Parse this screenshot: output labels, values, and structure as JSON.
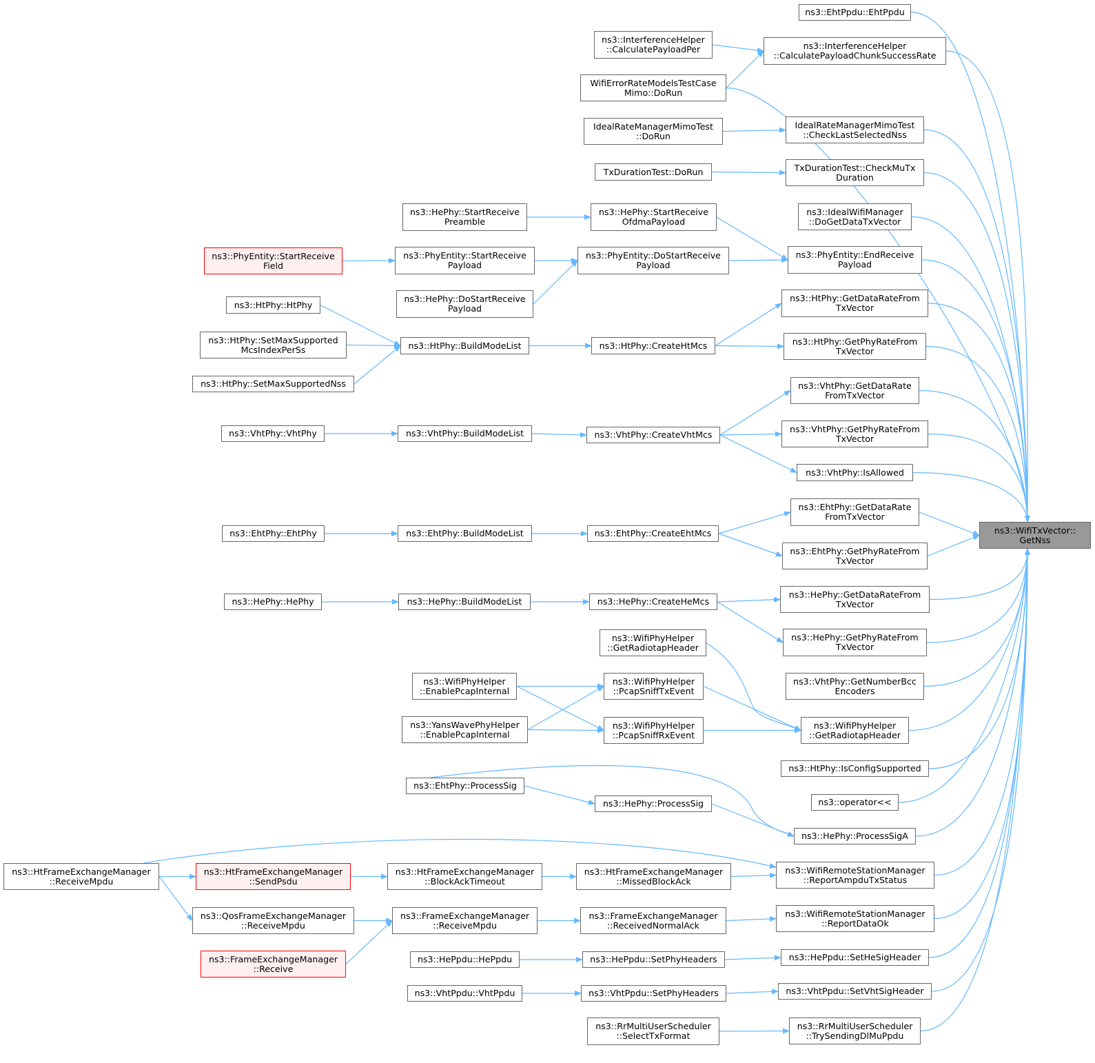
{
  "diagram": {
    "type": "call-graph",
    "colors": {
      "edge": "#63b8ff",
      "node_border": "#666666",
      "node_fill": "#ffffff",
      "root_fill": "#999999",
      "truncated_border": "#ff0000",
      "truncated_fill": "#fff0f0"
    },
    "root": "ns3::WifiTxVector::\nGetNss",
    "nodes": [
      {
        "id": "root",
        "label": "ns3::WifiTxVector::\nGetNss",
        "style": "root"
      },
      {
        "id": "eht_ppdu",
        "label": "ns3::EhtPpdu::EhtPpdu"
      },
      {
        "id": "ih_calc_per",
        "label": "ns3::InterferenceHelper\n::CalculatePayloadPer"
      },
      {
        "id": "ih_calc_chunk",
        "label": "ns3::InterferenceHelper\n::CalculatePayloadChunkSuccessRate"
      },
      {
        "id": "wifi_err_test",
        "label": "WifiErrorRateModelsTestCase\nMimo::DoRun"
      },
      {
        "id": "irm_dorun",
        "label": "IdealRateManagerMimoTest\n::DoRun"
      },
      {
        "id": "irm_check",
        "label": "IdealRateManagerMimoTest\n::CheckLastSelectedNss"
      },
      {
        "id": "txd_dorun",
        "label": "TxDurationTest::DoRun"
      },
      {
        "id": "txd_check",
        "label": "TxDurationTest::CheckMuTx\nDuration"
      },
      {
        "id": "he_start_pre",
        "label": "ns3::HePhy::StartReceive\nPreamble"
      },
      {
        "id": "he_start_ofdma",
        "label": "ns3::HePhy::StartReceive\nOfdmaPayload"
      },
      {
        "id": "ideal_mgr",
        "label": "ns3::IdealWifiManager\n::DoGetDataTxVector"
      },
      {
        "id": "pe_start_field",
        "label": "ns3::PhyEntity::StartReceive\nField",
        "style": "truncated"
      },
      {
        "id": "pe_start_payload",
        "label": "ns3::PhyEntity::StartReceive\nPayload"
      },
      {
        "id": "pe_dostart",
        "label": "ns3::PhyEntity::DoStartReceive\nPayload"
      },
      {
        "id": "pe_end",
        "label": "ns3::PhyEntity::EndReceive\nPayload"
      },
      {
        "id": "he_dostart",
        "label": "ns3::HePhy::DoStartReceive\nPayload"
      },
      {
        "id": "ht_htphy",
        "label": "ns3::HtPhy::HtPhy"
      },
      {
        "id": "ht_setmaxmcs",
        "label": "ns3::HtPhy::SetMaxSupported\nMcsIndexPerSs"
      },
      {
        "id": "ht_setmaxnss",
        "label": "ns3::HtPhy::SetMaxSupportedNss"
      },
      {
        "id": "ht_build",
        "label": "ns3::HtPhy::BuildModeList"
      },
      {
        "id": "ht_createmcs",
        "label": "ns3::HtPhy::CreateHtMcs"
      },
      {
        "id": "ht_getdata",
        "label": "ns3::HtPhy::GetDataRateFrom\nTxVector"
      },
      {
        "id": "ht_getphy",
        "label": "ns3::HtPhy::GetPhyRateFrom\nTxVector"
      },
      {
        "id": "vht_vhtphy",
        "label": "ns3::VhtPhy::VhtPhy"
      },
      {
        "id": "vht_build",
        "label": "ns3::VhtPhy::BuildModeList"
      },
      {
        "id": "vht_createmcs",
        "label": "ns3::VhtPhy::CreateVhtMcs"
      },
      {
        "id": "vht_getdata",
        "label": "ns3::VhtPhy::GetDataRate\nFromTxVector"
      },
      {
        "id": "vht_getphy",
        "label": "ns3::VhtPhy::GetPhyRateFrom\nTxVector"
      },
      {
        "id": "vht_isallowed",
        "label": "ns3::VhtPhy::IsAllowed"
      },
      {
        "id": "eht_ehtphy",
        "label": "ns3::EhtPhy::EhtPhy"
      },
      {
        "id": "eht_build",
        "label": "ns3::EhtPhy::BuildModeList"
      },
      {
        "id": "eht_createmcs",
        "label": "ns3::EhtPhy::CreateEhtMcs"
      },
      {
        "id": "eht_getdata",
        "label": "ns3::EhtPhy::GetDataRate\nFromTxVector"
      },
      {
        "id": "eht_getphy",
        "label": "ns3::EhtPhy::GetPhyRateFrom\nTxVector"
      },
      {
        "id": "he_hephy",
        "label": "ns3::HePhy::HePhy"
      },
      {
        "id": "he_build",
        "label": "ns3::HePhy::BuildModeList"
      },
      {
        "id": "he_createmcs",
        "label": "ns3::HePhy::CreateHeMcs"
      },
      {
        "id": "he_getdata",
        "label": "ns3::HePhy::GetDataRateFrom\nTxVector"
      },
      {
        "id": "he_getphy",
        "label": "ns3::HePhy::GetPhyRateFrom\nTxVector"
      },
      {
        "id": "wph_radiotap_l",
        "label": "ns3::WifiPhyHelper\n::GetRadiotapHeader"
      },
      {
        "id": "vht_bcc",
        "label": "ns3::VhtPhy::GetNumberBcc\nEncoders"
      },
      {
        "id": "wph_enable",
        "label": "ns3::WifiPhyHelper\n::EnablePcapInternal"
      },
      {
        "id": "wph_sniff_tx",
        "label": "ns3::WifiPhyHelper\n::PcapSniffTxEvent"
      },
      {
        "id": "yans_enable",
        "label": "ns3::YansWavePhyHelper\n::EnablePcapInternal"
      },
      {
        "id": "wph_sniff_rx",
        "label": "ns3::WifiPhyHelper\n::PcapSniffRxEvent"
      },
      {
        "id": "wph_radiotap_r",
        "label": "ns3::WifiPhyHelper\n::GetRadiotapHeader"
      },
      {
        "id": "ht_isconfig",
        "label": "ns3::HtPhy::IsConfigSupported"
      },
      {
        "id": "eht_processsig",
        "label": "ns3::EhtPhy::ProcessSig"
      },
      {
        "id": "op_ltlt",
        "label": "ns3::operator<<"
      },
      {
        "id": "he_processsig",
        "label": "ns3::HePhy::ProcessSig"
      },
      {
        "id": "he_processsiga",
        "label": "ns3::HePhy::ProcessSigA"
      },
      {
        "id": "htfem_recv",
        "label": "ns3::HtFrameExchangeManager\n::ReceiveMpdu"
      },
      {
        "id": "htfem_sendpsdu",
        "label": "ns3::HtFrameExchangeManager\n::SendPsdu",
        "style": "truncated"
      },
      {
        "id": "htfem_bat",
        "label": "ns3::HtFrameExchangeManager\n::BlockAckTimeout"
      },
      {
        "id": "htfem_missed",
        "label": "ns3::HtFrameExchangeManager\n::MissedBlockAck"
      },
      {
        "id": "wrsm_ampdu",
        "label": "ns3::WifiRemoteStationManager\n::ReportAmpduTxStatus"
      },
      {
        "id": "qos_recv",
        "label": "ns3::QosFrameExchangeManager\n::ReceiveMpdu"
      },
      {
        "id": "fem_recvmpdu",
        "label": "ns3::FrameExchangeManager\n::ReceiveMpdu"
      },
      {
        "id": "fem_normalack",
        "label": "ns3::FrameExchangeManager\n::ReceivedNormalAck"
      },
      {
        "id": "wrsm_dataok",
        "label": "ns3::WifiRemoteStationManager\n::ReportDataOk"
      },
      {
        "id": "fem_receive",
        "label": "ns3::FrameExchangeManager\n::Receive",
        "style": "truncated"
      },
      {
        "id": "heppdu",
        "label": "ns3::HePpdu::HePpdu"
      },
      {
        "id": "heppdu_setphy",
        "label": "ns3::HePpdu::SetPhyHeaders"
      },
      {
        "id": "heppdu_setsig",
        "label": "ns3::HePpdu::SetHeSigHeader"
      },
      {
        "id": "vhtppdu",
        "label": "ns3::VhtPpdu::VhtPpdu"
      },
      {
        "id": "vhtppdu_setphy",
        "label": "ns3::VhtPpdu::SetPhyHeaders"
      },
      {
        "id": "vhtppdu_setsig",
        "label": "ns3::VhtPpdu::SetVhtSigHeader"
      },
      {
        "id": "rr_select",
        "label": "ns3::RrMultiUserScheduler\n::SelectTxFormat"
      },
      {
        "id": "rr_trysend",
        "label": "ns3::RrMultiUserScheduler\n::TrySendingDlMuPpdu"
      }
    ],
    "edges": [
      [
        "eht_ppdu",
        "root"
      ],
      [
        "ih_calc_chunk",
        "root"
      ],
      [
        "wifi_err_test",
        "root"
      ],
      [
        "irm_check",
        "root"
      ],
      [
        "txd_check",
        "root"
      ],
      [
        "ideal_mgr",
        "root"
      ],
      [
        "pe_end",
        "root"
      ],
      [
        "ht_getdata",
        "root"
      ],
      [
        "ht_getphy",
        "root"
      ],
      [
        "vht_getdata",
        "root"
      ],
      [
        "vht_getphy",
        "root"
      ],
      [
        "vht_isallowed",
        "root"
      ],
      [
        "eht_getdata",
        "root"
      ],
      [
        "eht_getphy",
        "root"
      ],
      [
        "he_getdata",
        "root"
      ],
      [
        "he_getphy",
        "root"
      ],
      [
        "vht_bcc",
        "root"
      ],
      [
        "wph_radiotap_r",
        "root"
      ],
      [
        "ht_isconfig",
        "root"
      ],
      [
        "op_ltlt",
        "root"
      ],
      [
        "he_processsiga",
        "root"
      ],
      [
        "wrsm_ampdu",
        "root"
      ],
      [
        "wrsm_dataok",
        "root"
      ],
      [
        "heppdu_setsig",
        "root"
      ],
      [
        "vhtppdu_setsig",
        "root"
      ],
      [
        "rr_trysend",
        "root"
      ],
      [
        "ih_calc_per",
        "ih_calc_chunk"
      ],
      [
        "wifi_err_test",
        "ih_calc_chunk"
      ],
      [
        "irm_dorun",
        "irm_check"
      ],
      [
        "txd_dorun",
        "txd_check"
      ],
      [
        "he_start_pre",
        "he_start_ofdma"
      ],
      [
        "he_start_ofdma",
        "pe_end"
      ],
      [
        "pe_dostart",
        "pe_end"
      ],
      [
        "pe_start_field",
        "pe_start_payload"
      ],
      [
        "pe_start_payload",
        "pe_dostart"
      ],
      [
        "he_dostart",
        "pe_dostart"
      ],
      [
        "ht_htphy",
        "ht_build"
      ],
      [
        "ht_setmaxmcs",
        "ht_build"
      ],
      [
        "ht_setmaxnss",
        "ht_build"
      ],
      [
        "ht_build",
        "ht_createmcs"
      ],
      [
        "ht_createmcs",
        "ht_getdata"
      ],
      [
        "ht_createmcs",
        "ht_getphy"
      ],
      [
        "vht_vhtphy",
        "vht_build"
      ],
      [
        "vht_build",
        "vht_createmcs"
      ],
      [
        "vht_createmcs",
        "vht_getdata"
      ],
      [
        "vht_createmcs",
        "vht_getphy"
      ],
      [
        "vht_createmcs",
        "vht_isallowed"
      ],
      [
        "eht_ehtphy",
        "eht_build"
      ],
      [
        "eht_build",
        "eht_createmcs"
      ],
      [
        "eht_createmcs",
        "eht_getdata"
      ],
      [
        "eht_createmcs",
        "eht_getphy"
      ],
      [
        "he_hephy",
        "he_build"
      ],
      [
        "he_build",
        "he_createmcs"
      ],
      [
        "he_createmcs",
        "he_getdata"
      ],
      [
        "he_createmcs",
        "he_getphy"
      ],
      [
        "wph_radiotap_l",
        "wph_radiotap_r"
      ],
      [
        "wph_enable",
        "wph_sniff_tx"
      ],
      [
        "wph_enable",
        "wph_sniff_rx"
      ],
      [
        "yans_enable",
        "wph_sniff_tx"
      ],
      [
        "yans_enable",
        "wph_sniff_rx"
      ],
      [
        "wph_sniff_tx",
        "wph_radiotap_r"
      ],
      [
        "wph_sniff_rx",
        "wph_radiotap_r"
      ],
      [
        "eht_processsig",
        "he_processsig"
      ],
      [
        "eht_processsig",
        "he_processsiga"
      ],
      [
        "he_processsig",
        "he_processsiga"
      ],
      [
        "htfem_recv",
        "htfem_sendpsdu"
      ],
      [
        "htfem_recv",
        "wrsm_ampdu"
      ],
      [
        "htfem_recv",
        "qos_recv"
      ],
      [
        "htfem_sendpsdu",
        "htfem_bat"
      ],
      [
        "htfem_bat",
        "htfem_missed"
      ],
      [
        "htfem_missed",
        "wrsm_ampdu"
      ],
      [
        "qos_recv",
        "fem_recvmpdu"
      ],
      [
        "fem_receive",
        "fem_recvmpdu"
      ],
      [
        "fem_recvmpdu",
        "fem_normalack"
      ],
      [
        "fem_normalack",
        "wrsm_dataok"
      ],
      [
        "heppdu",
        "heppdu_setphy"
      ],
      [
        "heppdu_setphy",
        "heppdu_setsig"
      ],
      [
        "vhtppdu",
        "vhtppdu_setphy"
      ],
      [
        "vhtppdu_setphy",
        "vhtppdu_setsig"
      ],
      [
        "rr_select",
        "rr_trysend"
      ]
    ]
  }
}
